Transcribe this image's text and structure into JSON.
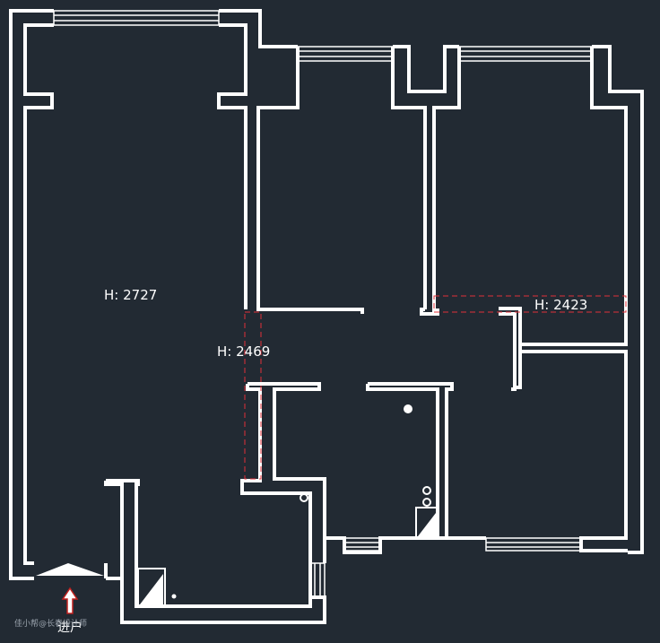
{
  "labels": {
    "living_height": "H: 2727",
    "corridor_height": "H: 2469",
    "bedroom_height": "H: 2423"
  },
  "entry_label": "进户",
  "watermark": "佳小帮@长春设计师",
  "colors": {
    "background": "#222a33",
    "walls": "#ffffff",
    "ceiling_markers": "#e0303a",
    "entry_arrow": "#c0201e"
  }
}
